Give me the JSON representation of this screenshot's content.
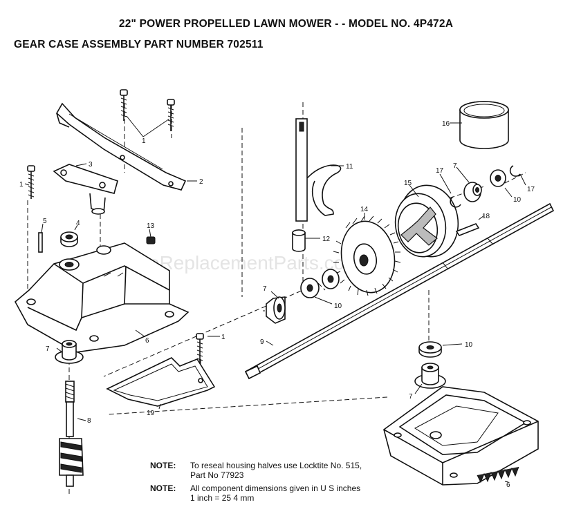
{
  "header": {
    "title": "22\" POWER PROPELLED LAWN MOWER - - MODEL NO. 4P472A",
    "subtitle": "GEAR CASE ASSEMBLY PART NUMBER 702511"
  },
  "watermark": "eReplacementParts.com",
  "callouts": {
    "c1a": "1",
    "c1b": "1",
    "c1c": "1",
    "c2": "2",
    "c3": "3",
    "c4": "4",
    "c5": "5",
    "c6a": "6",
    "c6b": "6",
    "c7a": "7",
    "c7b": "7",
    "c7c": "7",
    "c7d": "7",
    "c8": "8",
    "c9": "9",
    "c10a": "10",
    "c10b": "10",
    "c10c": "10",
    "c11": "11",
    "c12": "12",
    "c13": "13",
    "c14": "14",
    "c15": "15",
    "c16": "16",
    "c17a": "17",
    "c17b": "17",
    "c18": "18",
    "c19": "19"
  },
  "notes": [
    {
      "label": "NOTE:",
      "line1": "To reseal housing halves use Locktite No. 515,",
      "line2": "Part No  77923"
    },
    {
      "label": "NOTE:",
      "line1": "All component dimensions given in U S  inches",
      "line2": "1 inch = 25 4 mm"
    }
  ]
}
